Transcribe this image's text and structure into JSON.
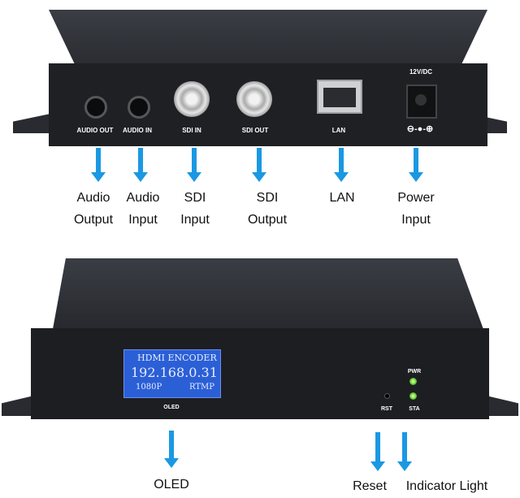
{
  "top_device": {
    "port_labels": {
      "audio_out": "AUDIO OUT",
      "audio_in": "AUDIO IN",
      "sdi_in": "SDI IN",
      "sdi_out": "SDI OUT",
      "lan": "LAN",
      "power": "12V/DC",
      "polarity": "⊖-●-⊕"
    }
  },
  "top_captions": [
    {
      "line1": "Audio",
      "line2": "Output"
    },
    {
      "line1": "Audio",
      "line2": "Input"
    },
    {
      "line1": "SDI",
      "line2": "Input"
    },
    {
      "line1": "SDI",
      "line2": "Output"
    },
    {
      "line1": "LAN",
      "line2": ""
    },
    {
      "line1": "Power",
      "line2": "Input"
    }
  ],
  "bottom_device": {
    "oled_screen": {
      "line1": "HDMI ENCODER",
      "line2": "192.168.0.31",
      "line3_left": "1080P",
      "line3_right": "RTMP"
    },
    "labels": {
      "oled": "OLED",
      "rst": "RST",
      "pwr": "PWR",
      "sta": "STA"
    }
  },
  "bottom_captions": {
    "oled": "OLED",
    "reset": "Reset",
    "indicator": "Indicator Light"
  },
  "colors": {
    "arrow": "#1a98e3",
    "oled_bg": "#2b5fd6",
    "led": "#5fd02a"
  }
}
